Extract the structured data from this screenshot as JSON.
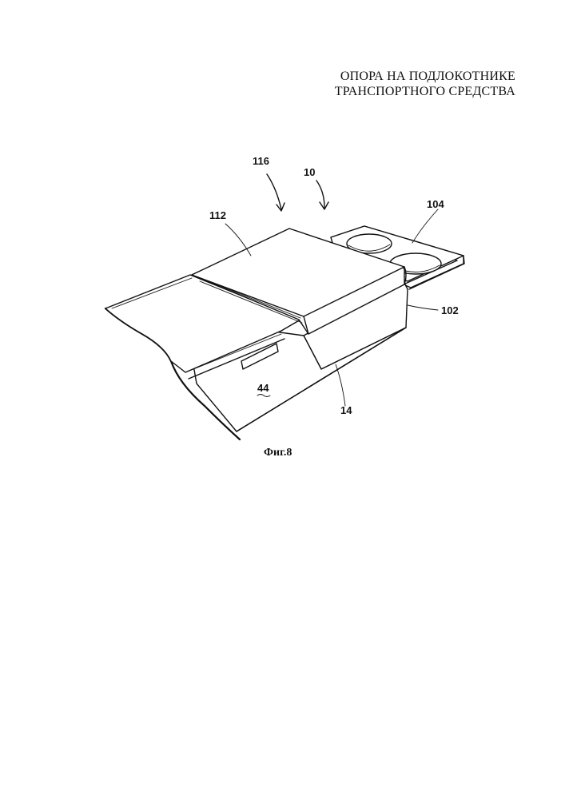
{
  "header": {
    "title_line1": "ОПОРА НА ПОДЛОКОТНИКЕ",
    "title_line2": "ТРАНСПОРТНОГО СРЕДСТВА"
  },
  "figure": {
    "caption": "Фиг.8",
    "references": {
      "r116": "116",
      "r10": "10",
      "r112": "112",
      "r104": "104",
      "r102": "102",
      "r44": "44",
      "r14": "14"
    }
  }
}
